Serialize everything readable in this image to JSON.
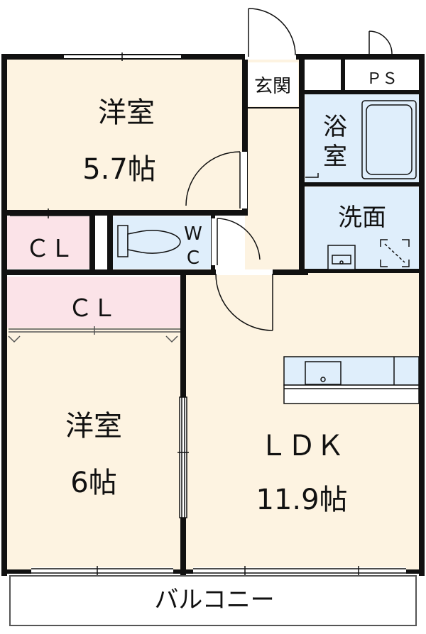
{
  "colors": {
    "room": "#fdf3e1",
    "closet": "#fbe3e8",
    "water": "#dfeefb",
    "wall": "#111111",
    "outline": "#555555"
  },
  "rooms": {
    "western_room_1": {
      "name": "洋室",
      "size": "5.7帖"
    },
    "western_room_2": {
      "name": "洋室",
      "size": "6帖"
    },
    "ldk": {
      "name": "ＬＤＫ",
      "size": "11.9帖"
    },
    "closet_1": {
      "name": "ＣＬ"
    },
    "closet_2": {
      "name": "ＣＬ"
    },
    "toilet": {
      "name_line1": "W",
      "name_line2": "C"
    },
    "bathroom": {
      "name_line1": "浴",
      "name_line2": "室"
    },
    "washroom": {
      "name": "洗面"
    },
    "entrance": {
      "name": "玄関"
    },
    "pipe_space": {
      "name": "ＰＳ"
    },
    "balcony": {
      "name": "バルコニー"
    }
  },
  "icons": [
    "bathtub-icon",
    "toilet-icon",
    "washbasin-icon",
    "washing-machine-icon",
    "kitchen-counter-icon",
    "sink-icon",
    "door-swing-icon",
    "sliding-window-icon"
  ]
}
